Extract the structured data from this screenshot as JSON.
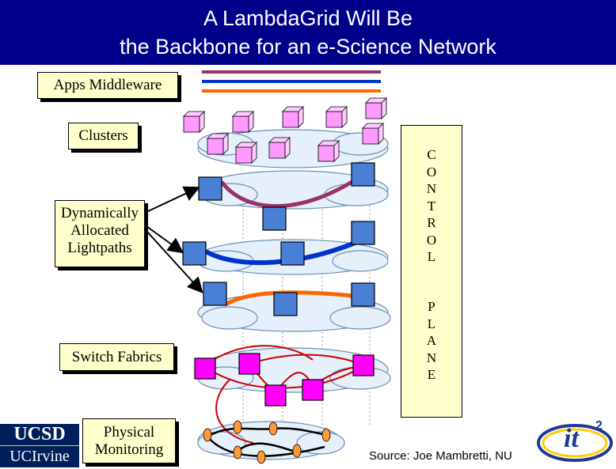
{
  "title": {
    "line1": "A LambdaGrid Will Be",
    "line2": "the Backbone for an e-Science Network"
  },
  "labels": {
    "apps": "Apps Middleware",
    "clusters": "Clusters",
    "lightpaths": [
      "Dynamically",
      "Allocated",
      "Lightpaths"
    ],
    "switch": "Switch Fabrics",
    "physical": [
      "Physical",
      "Monitoring"
    ]
  },
  "control_plane": {
    "word1": [
      "C",
      "O",
      "N",
      "T",
      "R",
      "O",
      "L"
    ],
    "word2": [
      "P",
      "L",
      "A",
      "N",
      "E"
    ]
  },
  "logos": {
    "ucsd": "UCSD",
    "uci": "UCIrvine",
    "it2": "it"
  },
  "source": "Source: Joe Mambretti, NU",
  "colors": {
    "title_bg": "#00008b",
    "label_bg": "#ffffcc",
    "cluster_cube": "#ff99ff",
    "switch_box": "#ff00ff",
    "lightpath_box": "#4a7fd6",
    "cloud": "#e6f0fa",
    "path_top": "#993366",
    "path_mid": "#0033cc",
    "path_low": "#ff6600",
    "switch_links": "#cc0000",
    "phys_nodes": "#ff9933"
  }
}
